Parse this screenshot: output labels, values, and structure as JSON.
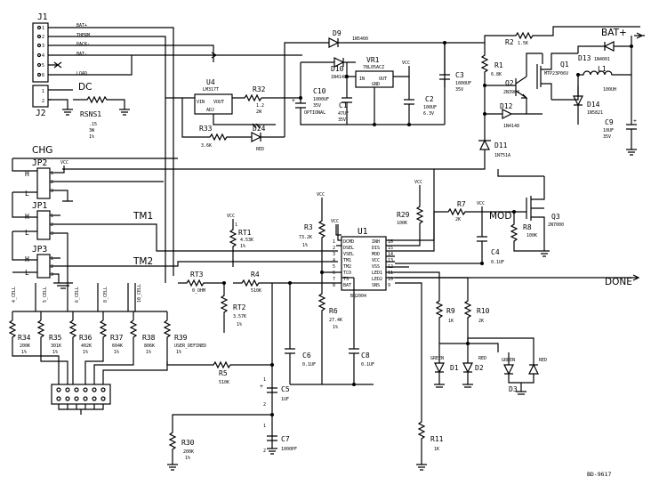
{
  "connectors": {
    "j1": "J1",
    "j2": "J2",
    "jp1": "JP1",
    "jp2": "JP2",
    "jp3": "JP3",
    "j1_pins": [
      "1",
      "2",
      "3",
      "4",
      "5",
      "6"
    ],
    "j2_pins": [
      "1",
      "2"
    ],
    "jp_pins": [
      "1",
      "2",
      "3"
    ],
    "h_label": "H",
    "l_label": "L"
  },
  "nets": {
    "bat_plus": "BAT+",
    "therm": "THERM",
    "pack_minus": "PACK-",
    "bat_minus": "BAT-",
    "load": "LOAD",
    "dc": "DC",
    "chg": "CHG",
    "tm1": "TM1",
    "tm2": "TM2",
    "mod": "MOD",
    "done": "DONE",
    "bat_plus_out": "BAT+",
    "bat_minus_wire": "BAT-",
    "vcc": "VCC"
  },
  "u1": {
    "ref": "U1",
    "part": "BQ2004",
    "left_pins": [
      {
        "num": "1",
        "name": "DCMD"
      },
      {
        "num": "2",
        "name": "DSEL"
      },
      {
        "num": "3",
        "name": "VSEL"
      },
      {
        "num": "4",
        "name": "TM1"
      },
      {
        "num": "5",
        "name": "TM2"
      },
      {
        "num": "6",
        "name": "TCO"
      },
      {
        "num": "7",
        "name": "TS"
      },
      {
        "num": "8",
        "name": "BAT"
      }
    ],
    "right_pins": [
      {
        "num": "16",
        "name": "INH"
      },
      {
        "num": "15",
        "name": "DIS"
      },
      {
        "num": "14",
        "name": "MOD"
      },
      {
        "num": "13",
        "name": "VCC"
      },
      {
        "num": "12",
        "name": "VSS"
      },
      {
        "num": "11",
        "name": "LED1"
      },
      {
        "num": "10",
        "name": "LED2"
      },
      {
        "num": "9",
        "name": "SNS"
      }
    ]
  },
  "parts": {
    "u4": {
      "ref": "U4",
      "part": "LM317T",
      "vin": "VIN",
      "vout": "VOUT",
      "adj": "ADJ"
    },
    "vr1": {
      "ref": "VR1",
      "part": "78L05ACZ",
      "in": "IN",
      "out": "OUT",
      "gnd": "GND"
    },
    "r32": {
      "ref": "R32",
      "val": "1.2",
      "extra": "2W"
    },
    "r33": {
      "ref": "R33",
      "val": "3.6K"
    },
    "d24": {
      "ref": "D24",
      "val": "RED"
    },
    "d9": {
      "ref": "D9",
      "val": "1N5400"
    },
    "d10": {
      "ref": "D10",
      "val": "1N4148"
    },
    "c10": {
      "ref": "C10",
      "val": "1000UF",
      "extra": "35V",
      "note": "OPTIONAL"
    },
    "c1": {
      "ref": "C1",
      "val": "47UF",
      "extra": "35V"
    },
    "c2": {
      "ref": "C2",
      "val": "100UF",
      "extra": "6.3V"
    },
    "c3": {
      "ref": "C3",
      "val": "1000UF",
      "extra": "35V"
    },
    "r1": {
      "ref": "R1",
      "val": "6.8K"
    },
    "r2": {
      "ref": "R2",
      "val": "1.5K"
    },
    "q1": {
      "ref": "Q1",
      "val": "MTP23P06V"
    },
    "q2": {
      "ref": "Q2",
      "val": "2N3904"
    },
    "d12": {
      "ref": "D12",
      "val": "1N4148"
    },
    "d11": {
      "ref": "D11",
      "val": "1N751A"
    },
    "d13": {
      "ref": "D13",
      "val": "1N4001"
    },
    "l1": {
      "ref": "L1",
      "val": "100UH"
    },
    "d14": {
      "ref": "D14",
      "val": "1N5821"
    },
    "c9": {
      "ref": "C9",
      "val": "10UF",
      "extra": "35V"
    },
    "rsns1": {
      "ref": "RSNS1",
      "val": ".15",
      "extra": "3W",
      "tol": "1%"
    },
    "r7": {
      "ref": "R7",
      "val": "2K"
    },
    "q3": {
      "ref": "Q3",
      "val": "2N7000"
    },
    "r8": {
      "ref": "R8",
      "val": "100K"
    },
    "r29": {
      "ref": "R29",
      "val": "100K"
    },
    "c4": {
      "ref": "C4",
      "val": "0.1UF"
    },
    "rt1": {
      "ref": "RT1",
      "val": "4.53K",
      "tol": "1%"
    },
    "r3": {
      "ref": "R3",
      "val": "73.2K",
      "tol": "1%"
    },
    "rt3": {
      "ref": "RT3",
      "val": "0_OHM"
    },
    "r4": {
      "ref": "R4",
      "val": "510K"
    },
    "rt2": {
      "ref": "RT2",
      "val": "3.57K",
      "tol": "1%"
    },
    "r6": {
      "ref": "R6",
      "val": "27.4K",
      "tol": "1%"
    },
    "c6": {
      "ref": "C6",
      "val": "0.1UF"
    },
    "c8": {
      "ref": "C8",
      "val": "0.1UF"
    },
    "r5": {
      "ref": "R5",
      "val": "510K"
    },
    "c5": {
      "ref": "C5",
      "val": "1UF"
    },
    "c7": {
      "ref": "C7",
      "val": "1000PF"
    },
    "r30": {
      "ref": "R30",
      "val": "200K",
      "tol": "1%"
    },
    "r11": {
      "ref": "R11",
      "val": "1K"
    },
    "r9": {
      "ref": "R9",
      "val": "1K"
    },
    "r10": {
      "ref": "R10",
      "val": "2K"
    },
    "d1": {
      "ref": "D1",
      "val": "GREEN"
    },
    "d2": {
      "ref": "D2",
      "val": "RED"
    },
    "d3": {
      "ref": "D3",
      "val": "GREEN",
      "val2": "RED"
    }
  },
  "cells": [
    "4_CELL",
    "5_CELL",
    "6_CELL",
    "8_CELL",
    "10_CELL"
  ],
  "cell_resistors": [
    {
      "ref": "R34",
      "val": "200K",
      "tol": "1%"
    },
    {
      "ref": "R35",
      "val": "301K",
      "tol": "1%"
    },
    {
      "ref": "R36",
      "val": "402K",
      "tol": "1%"
    },
    {
      "ref": "R37",
      "val": "604K",
      "tol": "1%"
    },
    {
      "ref": "R38",
      "val": "806K",
      "tol": "1%"
    },
    {
      "ref": "R39",
      "val": "USER_DEFINED",
      "tol": "1%"
    }
  ],
  "pin_nums": {
    "one": "1",
    "two": "2",
    "three": "3"
  },
  "drawing_id": "BD-9617"
}
